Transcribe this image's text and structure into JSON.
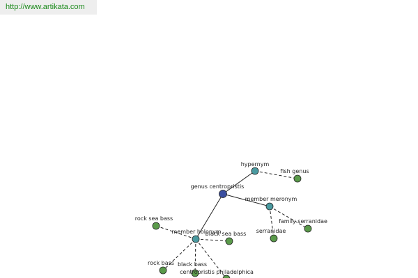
{
  "url": "http://www.artikata.com",
  "colors": {
    "center": "#3b4fa0",
    "relation": "#4a9aa0",
    "leaf": "#5a9a4a",
    "edge": "#222222"
  },
  "nodes": {
    "center": {
      "label": "genus centropristis",
      "kind": "center"
    },
    "hypernym": {
      "label": "hypernym",
      "kind": "relation"
    },
    "fish_genus": {
      "label": "fish genus",
      "kind": "leaf"
    },
    "member_meronym": {
      "label": "member meronym",
      "kind": "relation"
    },
    "family_serranidae": {
      "label": "family serranidae",
      "kind": "leaf"
    },
    "serranidae": {
      "label": "serranidae",
      "kind": "leaf"
    },
    "member_holonym": {
      "label": "member holonym",
      "kind": "relation"
    },
    "rock_sea_bass_1": {
      "label": "rock sea bass",
      "kind": "leaf"
    },
    "black_sea_bass": {
      "label": "black sea bass",
      "kind": "leaf"
    },
    "rock_bass": {
      "label": "rock bass",
      "kind": "leaf"
    },
    "black_bass": {
      "label": "black bass",
      "kind": "leaf"
    },
    "centropristis_philadelphica": {
      "label": "centropristis philadelphica",
      "kind": "leaf"
    }
  },
  "edges": [
    {
      "from": "center",
      "to": "hypernym",
      "style": "solid"
    },
    {
      "from": "center",
      "to": "member_meronym",
      "style": "solid"
    },
    {
      "from": "center",
      "to": "member_holonym",
      "style": "solid"
    },
    {
      "from": "hypernym",
      "to": "fish_genus",
      "style": "dashed"
    },
    {
      "from": "member_meronym",
      "to": "family_serranidae",
      "style": "dashed"
    },
    {
      "from": "member_meronym",
      "to": "serranidae",
      "style": "dashed"
    },
    {
      "from": "member_holonym",
      "to": "rock_sea_bass_1",
      "style": "dashed"
    },
    {
      "from": "member_holonym",
      "to": "black_sea_bass",
      "style": "dashed"
    },
    {
      "from": "member_holonym",
      "to": "rock_bass",
      "style": "dashed"
    },
    {
      "from": "member_holonym",
      "to": "black_bass",
      "style": "dashed"
    },
    {
      "from": "member_holonym",
      "to": "centropristis_philadelphica",
      "style": "dashed"
    }
  ]
}
